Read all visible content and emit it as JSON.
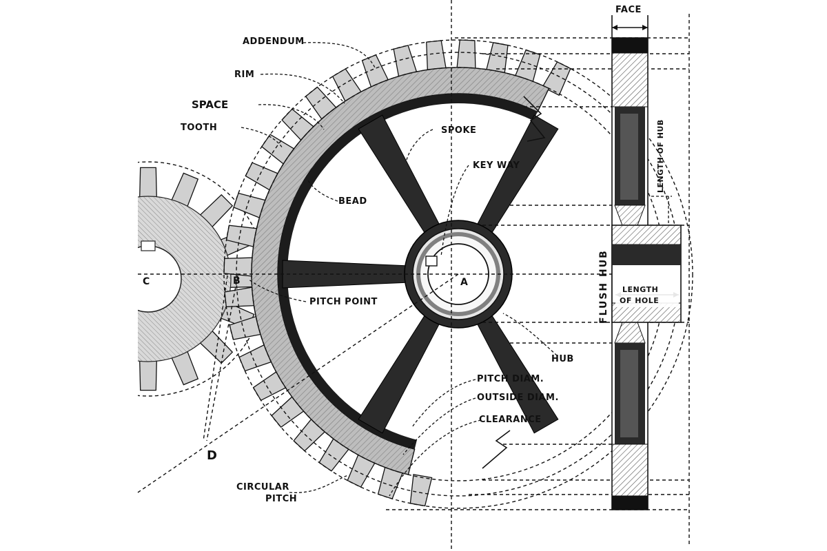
{
  "labels": {
    "addendum": "ADDENDUM",
    "rim": "RIM",
    "space": "SPACE",
    "tooth": "TOOTH",
    "spoke": "SPOKE",
    "key_way": "KEY WAY",
    "bead": "BEAD",
    "pitch_point": "PITCH POINT",
    "hub": "HUB",
    "pitch_diam": "PITCH DIAM.",
    "outside_diam": "OUTSIDE DIAM.",
    "clearance": "CLEARANCE",
    "circular": "CIRCULAR",
    "pitch": "PITCH",
    "face": "FACE",
    "length_of_hub": "LENGTH OF HUB",
    "flush_hub": "FLUSH HUB",
    "length": "LENGTH",
    "of_hole": "OF HOLE"
  },
  "points": {
    "a": "A",
    "b": "B",
    "c": "C",
    "d": "D"
  },
  "colors": {
    "ink": "#111111",
    "paper": "#ffffff",
    "hatch": "#555555"
  }
}
